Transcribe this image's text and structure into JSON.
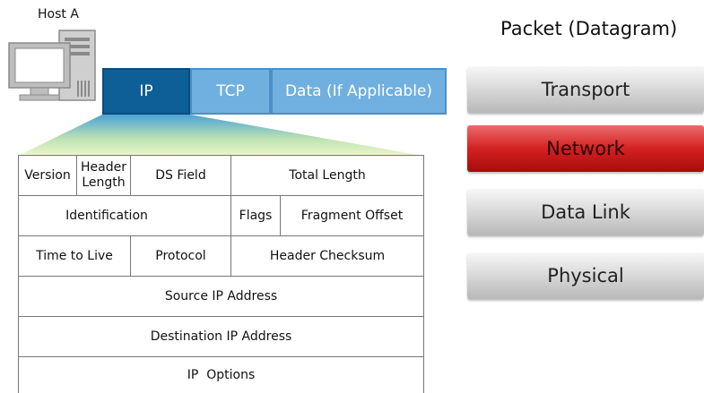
{
  "host_label": "Host A",
  "packet_title": "Packet (Datagram)",
  "packet_cells": {
    "ip": "IP",
    "tcp": "TCP",
    "data": "Data (If Applicable)"
  },
  "header_fields": {
    "version": "Version",
    "header_length_1": "Header",
    "header_length_2": "Length",
    "ds_field": "DS Field",
    "total_length": "Total Length",
    "identification": "Identification",
    "flags": "Flags",
    "fragment_offset": "Fragment Offset",
    "ttl": "Time to Live",
    "protocol": "Protocol",
    "header_checksum": "Header Checksum",
    "source_ip": "Source IP Address",
    "destination_ip": "Destination IP Address",
    "ip_options": "IP  Options"
  },
  "layers": [
    {
      "label": "Transport",
      "highlighted": false
    },
    {
      "label": "Network",
      "highlighted": true
    },
    {
      "label": "Data Link",
      "highlighted": false
    },
    {
      "label": "Physical",
      "highlighted": false
    }
  ],
  "colors": {
    "ip_cell": "#0e5f97",
    "light_cells": "#6fb0e0",
    "highlight_layer": "#d42121",
    "gray_layer": "#d8d8d8"
  }
}
